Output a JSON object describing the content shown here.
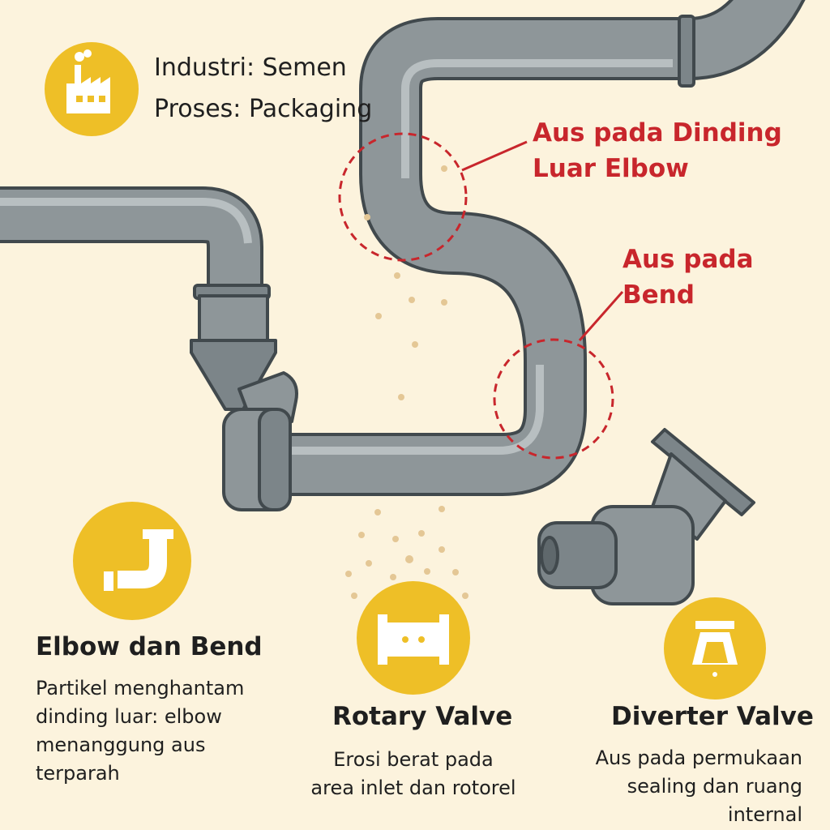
{
  "header": {
    "industry": "Industri: Semen",
    "process": "Proses: Packaging"
  },
  "callouts": {
    "elbow_wear": [
      "Aus pada Dinding",
      "Luar Elbow"
    ],
    "bend_wear": [
      "Aus pada",
      "Bend"
    ]
  },
  "sections": [
    {
      "title": "Elbow dan Bend",
      "description": [
        "Partikel menghantam",
        "dinding luar: elbow",
        "menanggung aus",
        "terparah"
      ]
    },
    {
      "title": "Rotary Valve",
      "description": [
        "Erosi berat pada",
        "area inlet dan rotorel"
      ]
    },
    {
      "title": "Diverter Valve",
      "description": [
        "Aus pada permukaan",
        "sealing dan ruang",
        "internal"
      ]
    }
  ],
  "icons": [
    "factory-icon",
    "elbow-pipe-icon",
    "rotary-valve-icon",
    "diverter-valve-icon"
  ],
  "colors": {
    "background": "#fcf3dd",
    "accent": "#eebf27",
    "warning": "#c8262c",
    "pipe": "#8e9699"
  }
}
